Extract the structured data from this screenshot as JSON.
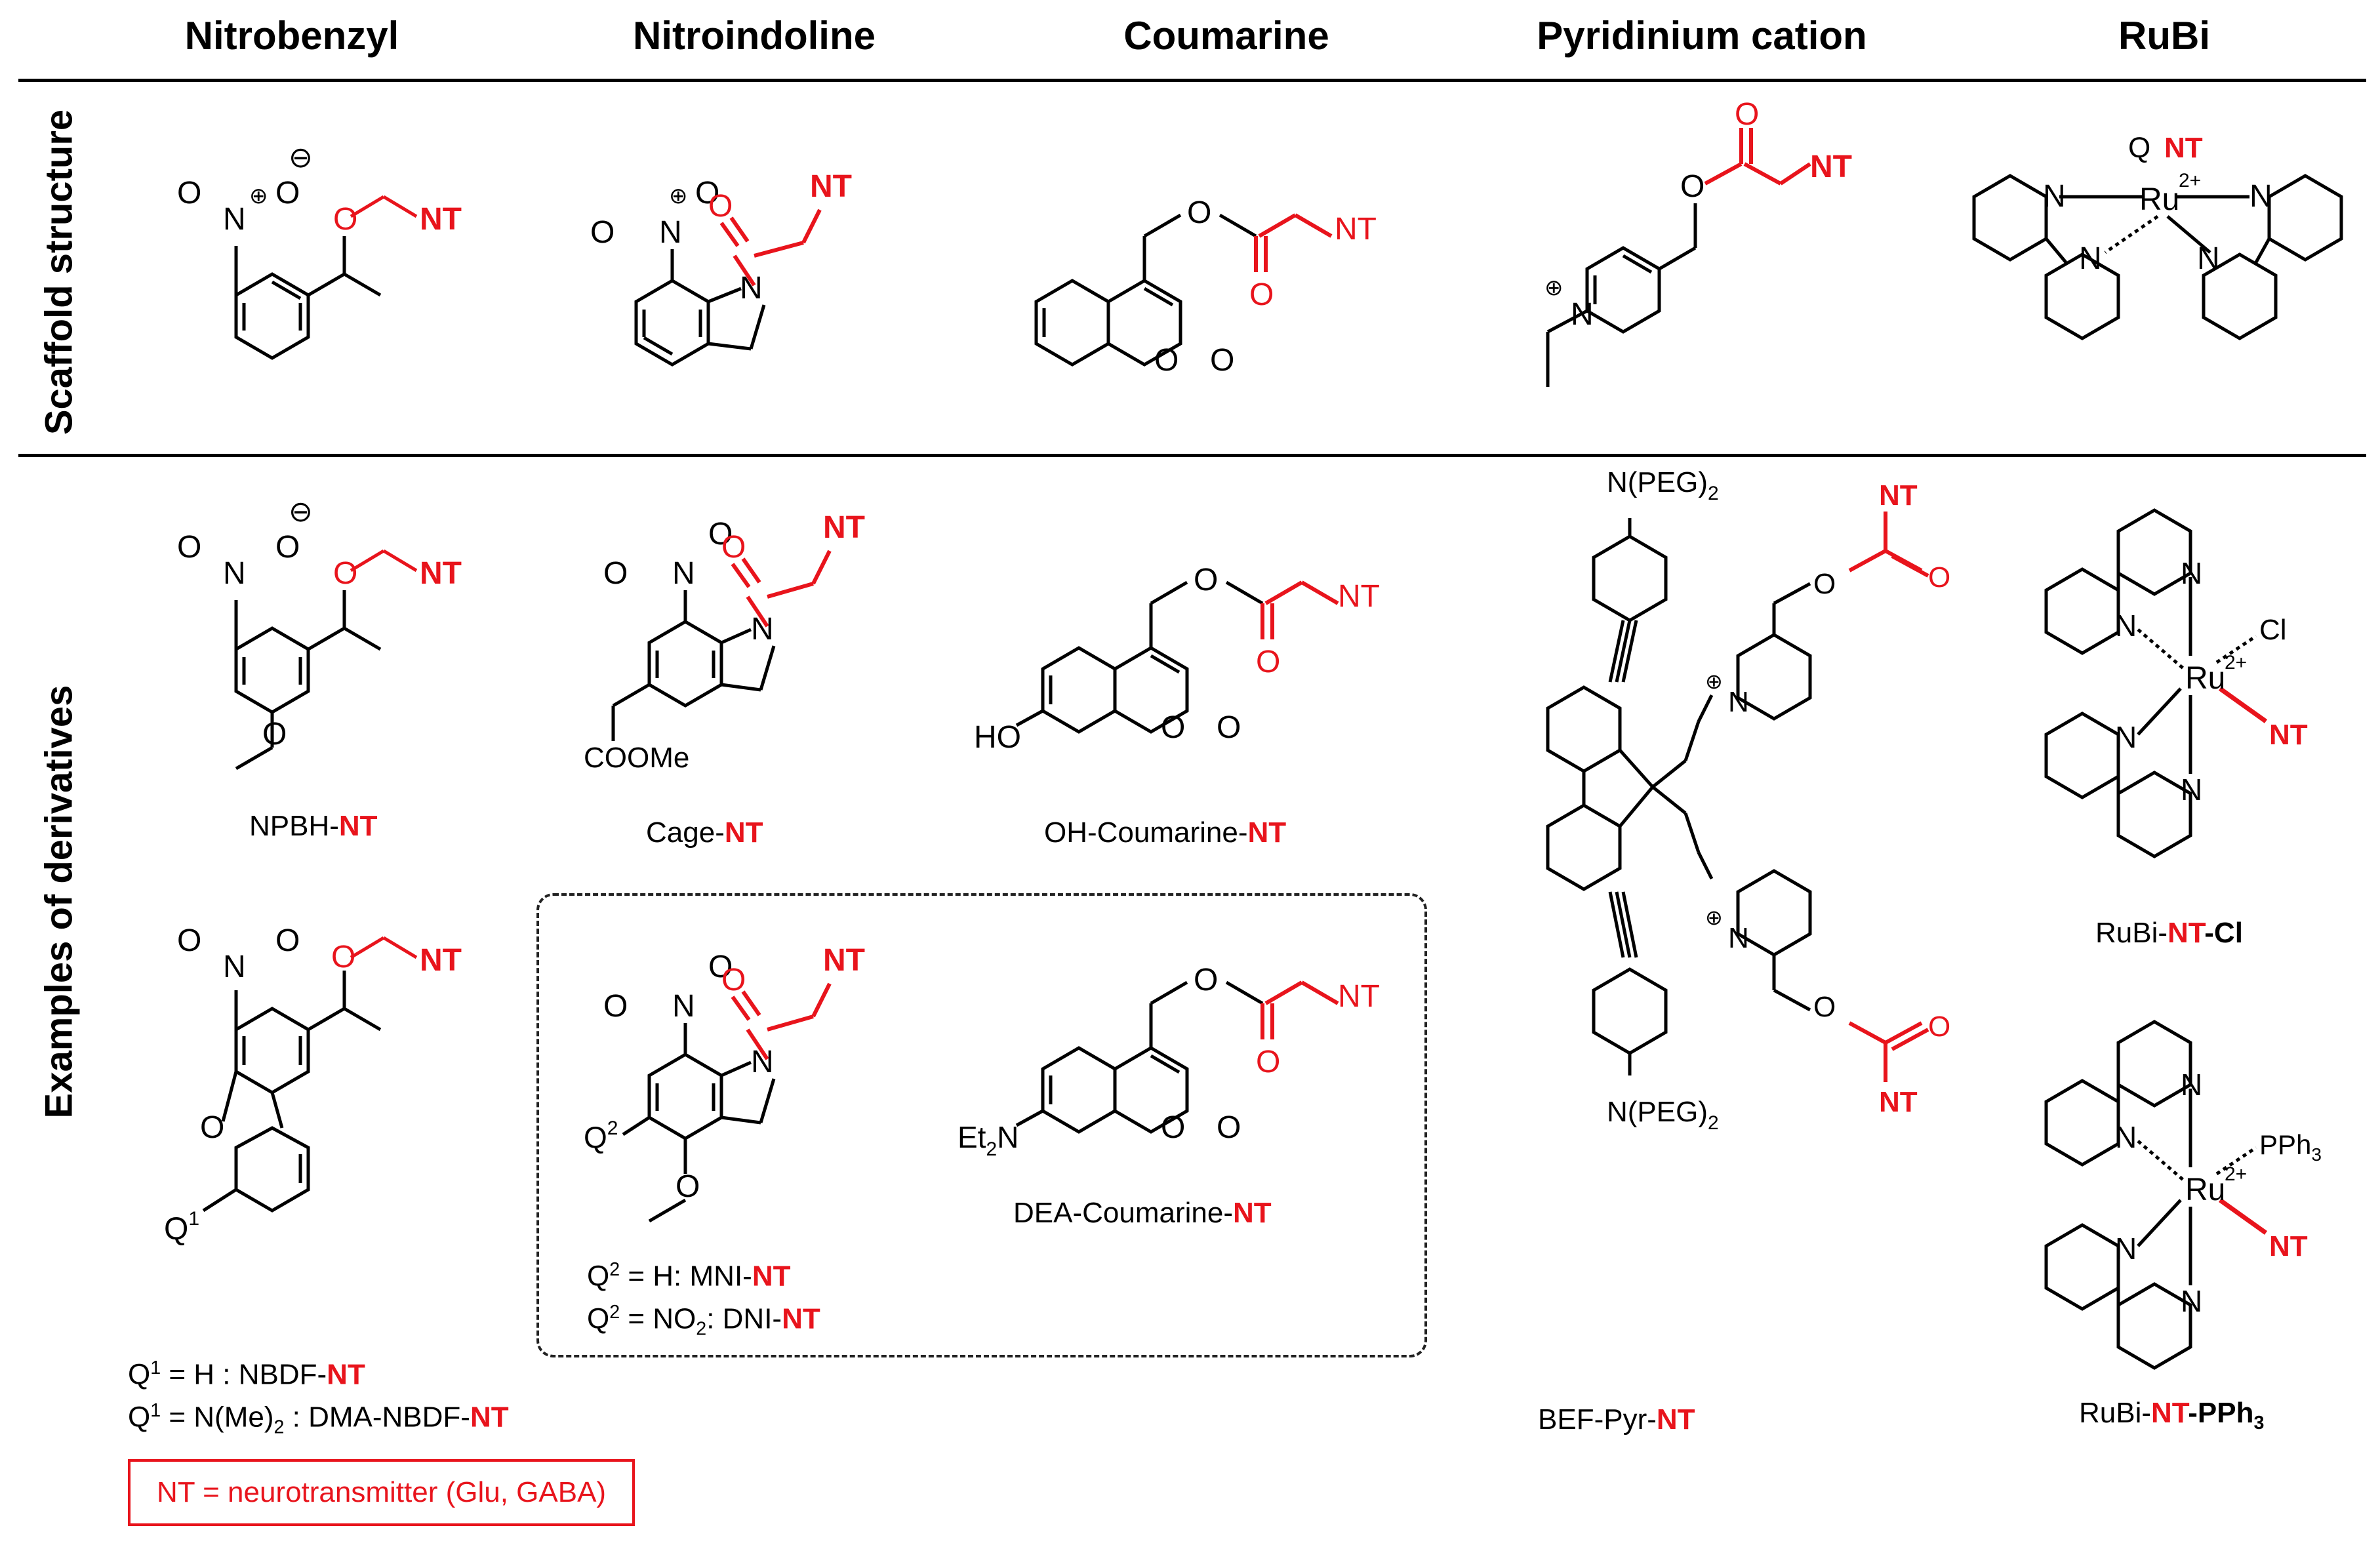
{
  "headers": {
    "nitrobenzyl": "Nitrobenzyl",
    "nitroindoline": "Nitroindoline",
    "coumarine": "Coumarine",
    "pyridinium": "Pyridinium cation",
    "rubi": "RuBi"
  },
  "row_labels": {
    "scaffold": "Scaffold structure",
    "examples": "Examples of derivatives"
  },
  "atoms": {
    "nt": "NT",
    "n": "N",
    "o": "O",
    "ru": "Ru",
    "q": "Q",
    "cl": "Cl",
    "ho": "HO",
    "cooome": "COOMe",
    "npeg": "N(PEG)",
    "charge_plus": "⊕",
    "charge_minus": "⊖",
    "two_plus": "2+"
  },
  "derivatives": {
    "npbh_prefix": "NPBH-",
    "cage_prefix": "Cage-",
    "ohcou_prefix": "OH-Coumarine-",
    "rubi_cl_prefix": "RuBi-",
    "rubi_cl_suffix": "-Cl",
    "rubi_pph3_prefix": "RuBi-",
    "rubi_pph3_suffix": "-PPh",
    "dea_prefix": "DEA-Coumarine-",
    "bef_prefix": "BEF-Pyr-",
    "mni": " = H: MNI-",
    "dni_a": " = NO",
    "dni_b": ": DNI-",
    "nbdf": " = H : NBDF-",
    "dma_a": " = N(Me)",
    "dma_b": " : DMA-NBDF-"
  },
  "legend": "NT = neurotransmitter (Glu, GABA)",
  "colors": {
    "accent": "#e8141c",
    "ink": "#000000"
  }
}
